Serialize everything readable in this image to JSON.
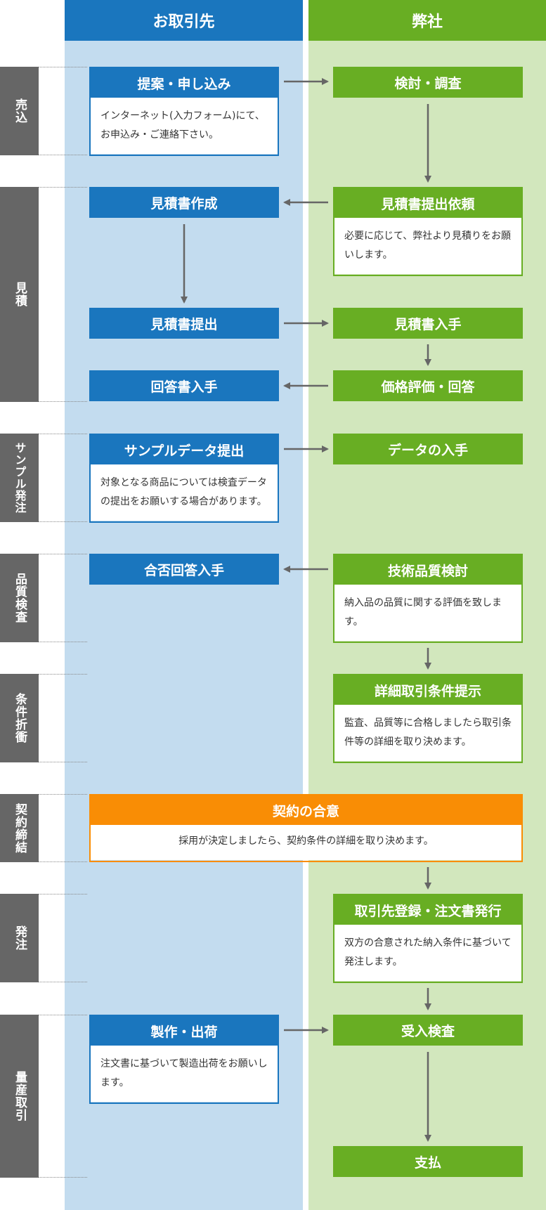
{
  "columns": {
    "partner": "お取引先",
    "company": "弊社"
  },
  "phases": {
    "uriko": "売込",
    "mitsumori": "見積",
    "sample": "サンプル発注",
    "hinshitsu": "品質検査",
    "joken": "条件折衝",
    "keiyaku": "契約締結",
    "hacchu": "発注",
    "ryosan": "量産取引"
  },
  "boxes": {
    "teian": {
      "title": "提案・申し込み",
      "body": "インターネット(入力フォーム)にて、お申込み・ご連絡下さい。"
    },
    "kento": {
      "title": "検討・調査"
    },
    "mitsumori_sakusei": {
      "title": "見積書作成"
    },
    "mitsumori_irai": {
      "title": "見積書提出依頼",
      "body": "必要に応じて、弊社より見積りをお願いします。"
    },
    "mitsumori_teishutsu": {
      "title": "見積書提出"
    },
    "mitsumori_nyushu": {
      "title": "見積書入手"
    },
    "kaito_nyushu": {
      "title": "回答書入手"
    },
    "kakaku_hyoka": {
      "title": "価格評価・回答"
    },
    "sample_teishutsu": {
      "title": "サンプルデータ提出",
      "body": "対象となる商品については検査データの提出をお願いする場合があります。"
    },
    "data_nyushu": {
      "title": "データの入手"
    },
    "gohi_nyushu": {
      "title": "合否回答入手"
    },
    "gijutsu_kento": {
      "title": "技術品質検討",
      "body": "納入品の品質に関する評価を致します。"
    },
    "joken_teiji": {
      "title": "詳細取引条件提示",
      "body": "監査、品質等に合格しましたら取引条件等の詳細を取り決めます。"
    },
    "keiyaku_goi": {
      "title": "契約の合意",
      "body": "採用が決定しましたら、契約条件の詳細を取り決めます。"
    },
    "torihiki_toroku": {
      "title": "取引先登録・注文書発行",
      "body": "双方の合意された納入条件に基づいて発注します。"
    },
    "seisaku": {
      "title": "製作・出荷",
      "body": "注文書に基づいて製造出荷をお願いします。"
    },
    "ukeire": {
      "title": "受入検査"
    },
    "shiharai": {
      "title": "支払"
    }
  },
  "colors": {
    "partner": "#1a76be",
    "company": "#68ae23",
    "contract": "#f98d05",
    "phase": "#666666",
    "arrow": "#666666"
  }
}
